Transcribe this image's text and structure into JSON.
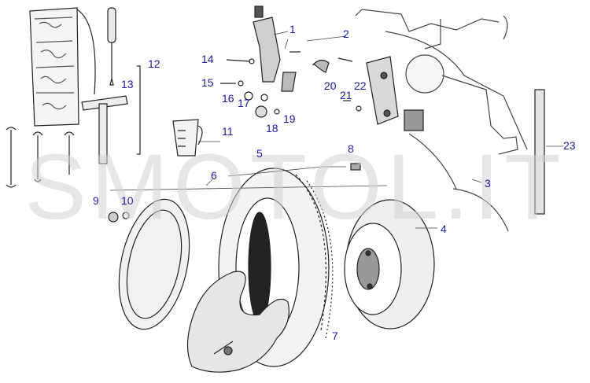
{
  "watermark": "SMOTOL.IT",
  "label_color": "#1a1aa0",
  "part_labels": {
    "p1": "1",
    "p2": "2",
    "p3": "3",
    "p4": "4",
    "p5": "5",
    "p6": "6",
    "p7": "7",
    "p8": "8",
    "p9": "9",
    "p10": "10",
    "p11": "11",
    "p12": "12",
    "p13": "13",
    "p14": "14",
    "p15": "15",
    "p16": "16",
    "p17": "17",
    "p18": "18",
    "p19": "19",
    "p20": "20",
    "p21": "21",
    "p22": "22",
    "p23": "23"
  }
}
